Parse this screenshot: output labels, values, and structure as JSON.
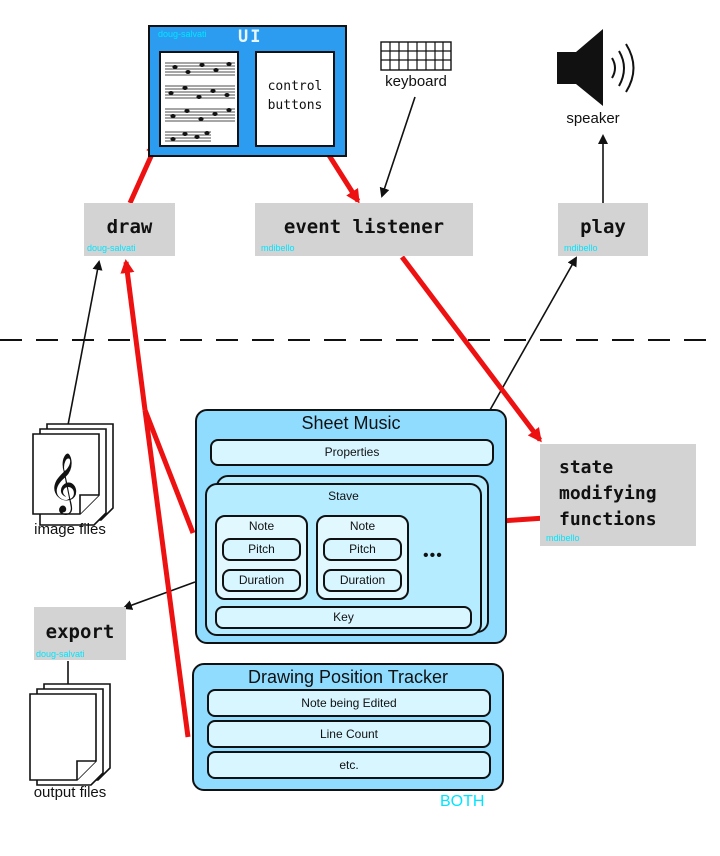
{
  "ui_box": {
    "title": "UI",
    "author": "doug-salvati",
    "control_label_1": "control",
    "control_label_2": "buttons",
    "fill": "#2b9cf0"
  },
  "keyboard": {
    "label": "keyboard"
  },
  "speaker": {
    "label": "speaker"
  },
  "nodes": {
    "draw": {
      "label": "draw",
      "author": "doug-salvati"
    },
    "event_listener": {
      "label": "event listener",
      "author": "mdibello"
    },
    "play": {
      "label": "play",
      "author": "mdibello"
    },
    "state_functions": {
      "line1": "state",
      "line2": "modifying",
      "line3": "functions",
      "author": "mdibello"
    },
    "export": {
      "label": "export",
      "author": "doug-salvati"
    }
  },
  "image_files": {
    "label": "image files"
  },
  "output_files": {
    "label": "output files"
  },
  "sheet_music": {
    "title": "Sheet Music",
    "properties": "Properties",
    "stave": {
      "title": "Stave",
      "notes": [
        {
          "title": "Note",
          "pitch": "Pitch",
          "duration": "Duration"
        },
        {
          "title": "Note",
          "pitch": "Pitch",
          "duration": "Duration"
        }
      ],
      "ellipsis": "•••",
      "key": "Key"
    }
  },
  "tracker": {
    "title": "Drawing Position Tracker",
    "rows": [
      "Note being Edited",
      "Line Count",
      "etc."
    ],
    "author": "BOTH"
  },
  "colors": {
    "arrow_red": "#ee1111",
    "panel_blue": "#8fdcff",
    "inner_blue": "#d8f6ff",
    "author_cyan": "#00e5ff"
  }
}
